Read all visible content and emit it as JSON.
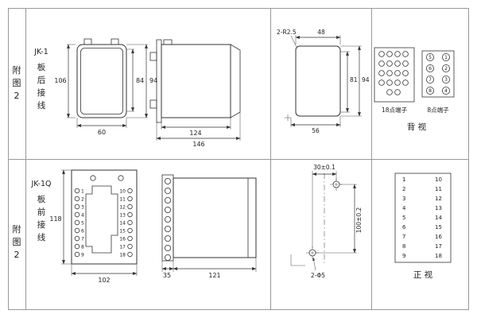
{
  "figure": {
    "top": {
      "row_label": [
        "附",
        "图",
        "2"
      ],
      "model": "JK-1",
      "wiring_label": [
        "板",
        "后",
        "接",
        "线"
      ],
      "front": {
        "dim_h": "106",
        "dim_inner": "84",
        "dim_outer": "94",
        "dim_w": "60"
      },
      "side": {
        "dim_body": "124",
        "dim_total": "146"
      },
      "cutout": {
        "corner": "2-R2.5",
        "dim_top": "48",
        "dim_h_inner": "81",
        "dim_h_outer": "94",
        "dim_bottom": "56"
      },
      "terminal": {
        "t18_label": "18点端子",
        "t8_label": "8点端子",
        "t8_cells": [
          "5",
          "1",
          "6",
          "2",
          "7",
          "3",
          "8",
          "4"
        ],
        "view": "背  视"
      }
    },
    "bottom": {
      "row_label": [
        "附",
        "图",
        "2"
      ],
      "model": "JK-1Q",
      "wiring_label": [
        "板",
        "前",
        "接",
        "线"
      ],
      "front": {
        "dim_h": "118",
        "dim_w": "102",
        "left_terms": [
          "1",
          "2",
          "3",
          "4",
          "5",
          "6",
          "7",
          "8",
          "9"
        ],
        "right_terms": [
          "10",
          "11",
          "12",
          "13",
          "14",
          "15",
          "16",
          "17",
          "18"
        ]
      },
      "side": {
        "dim_strip": "35",
        "dim_body": "121"
      },
      "cutout": {
        "dim_top": "30±0.1",
        "dim_v": "100±0.2",
        "holes": "2-Φ5"
      },
      "table": {
        "left": [
          "1",
          "2",
          "3",
          "4",
          "5",
          "6",
          "7",
          "8",
          "9"
        ],
        "right": [
          "10",
          "11",
          "12",
          "13",
          "14",
          "15",
          "16",
          "17",
          "18"
        ],
        "view": "正  视"
      }
    }
  }
}
